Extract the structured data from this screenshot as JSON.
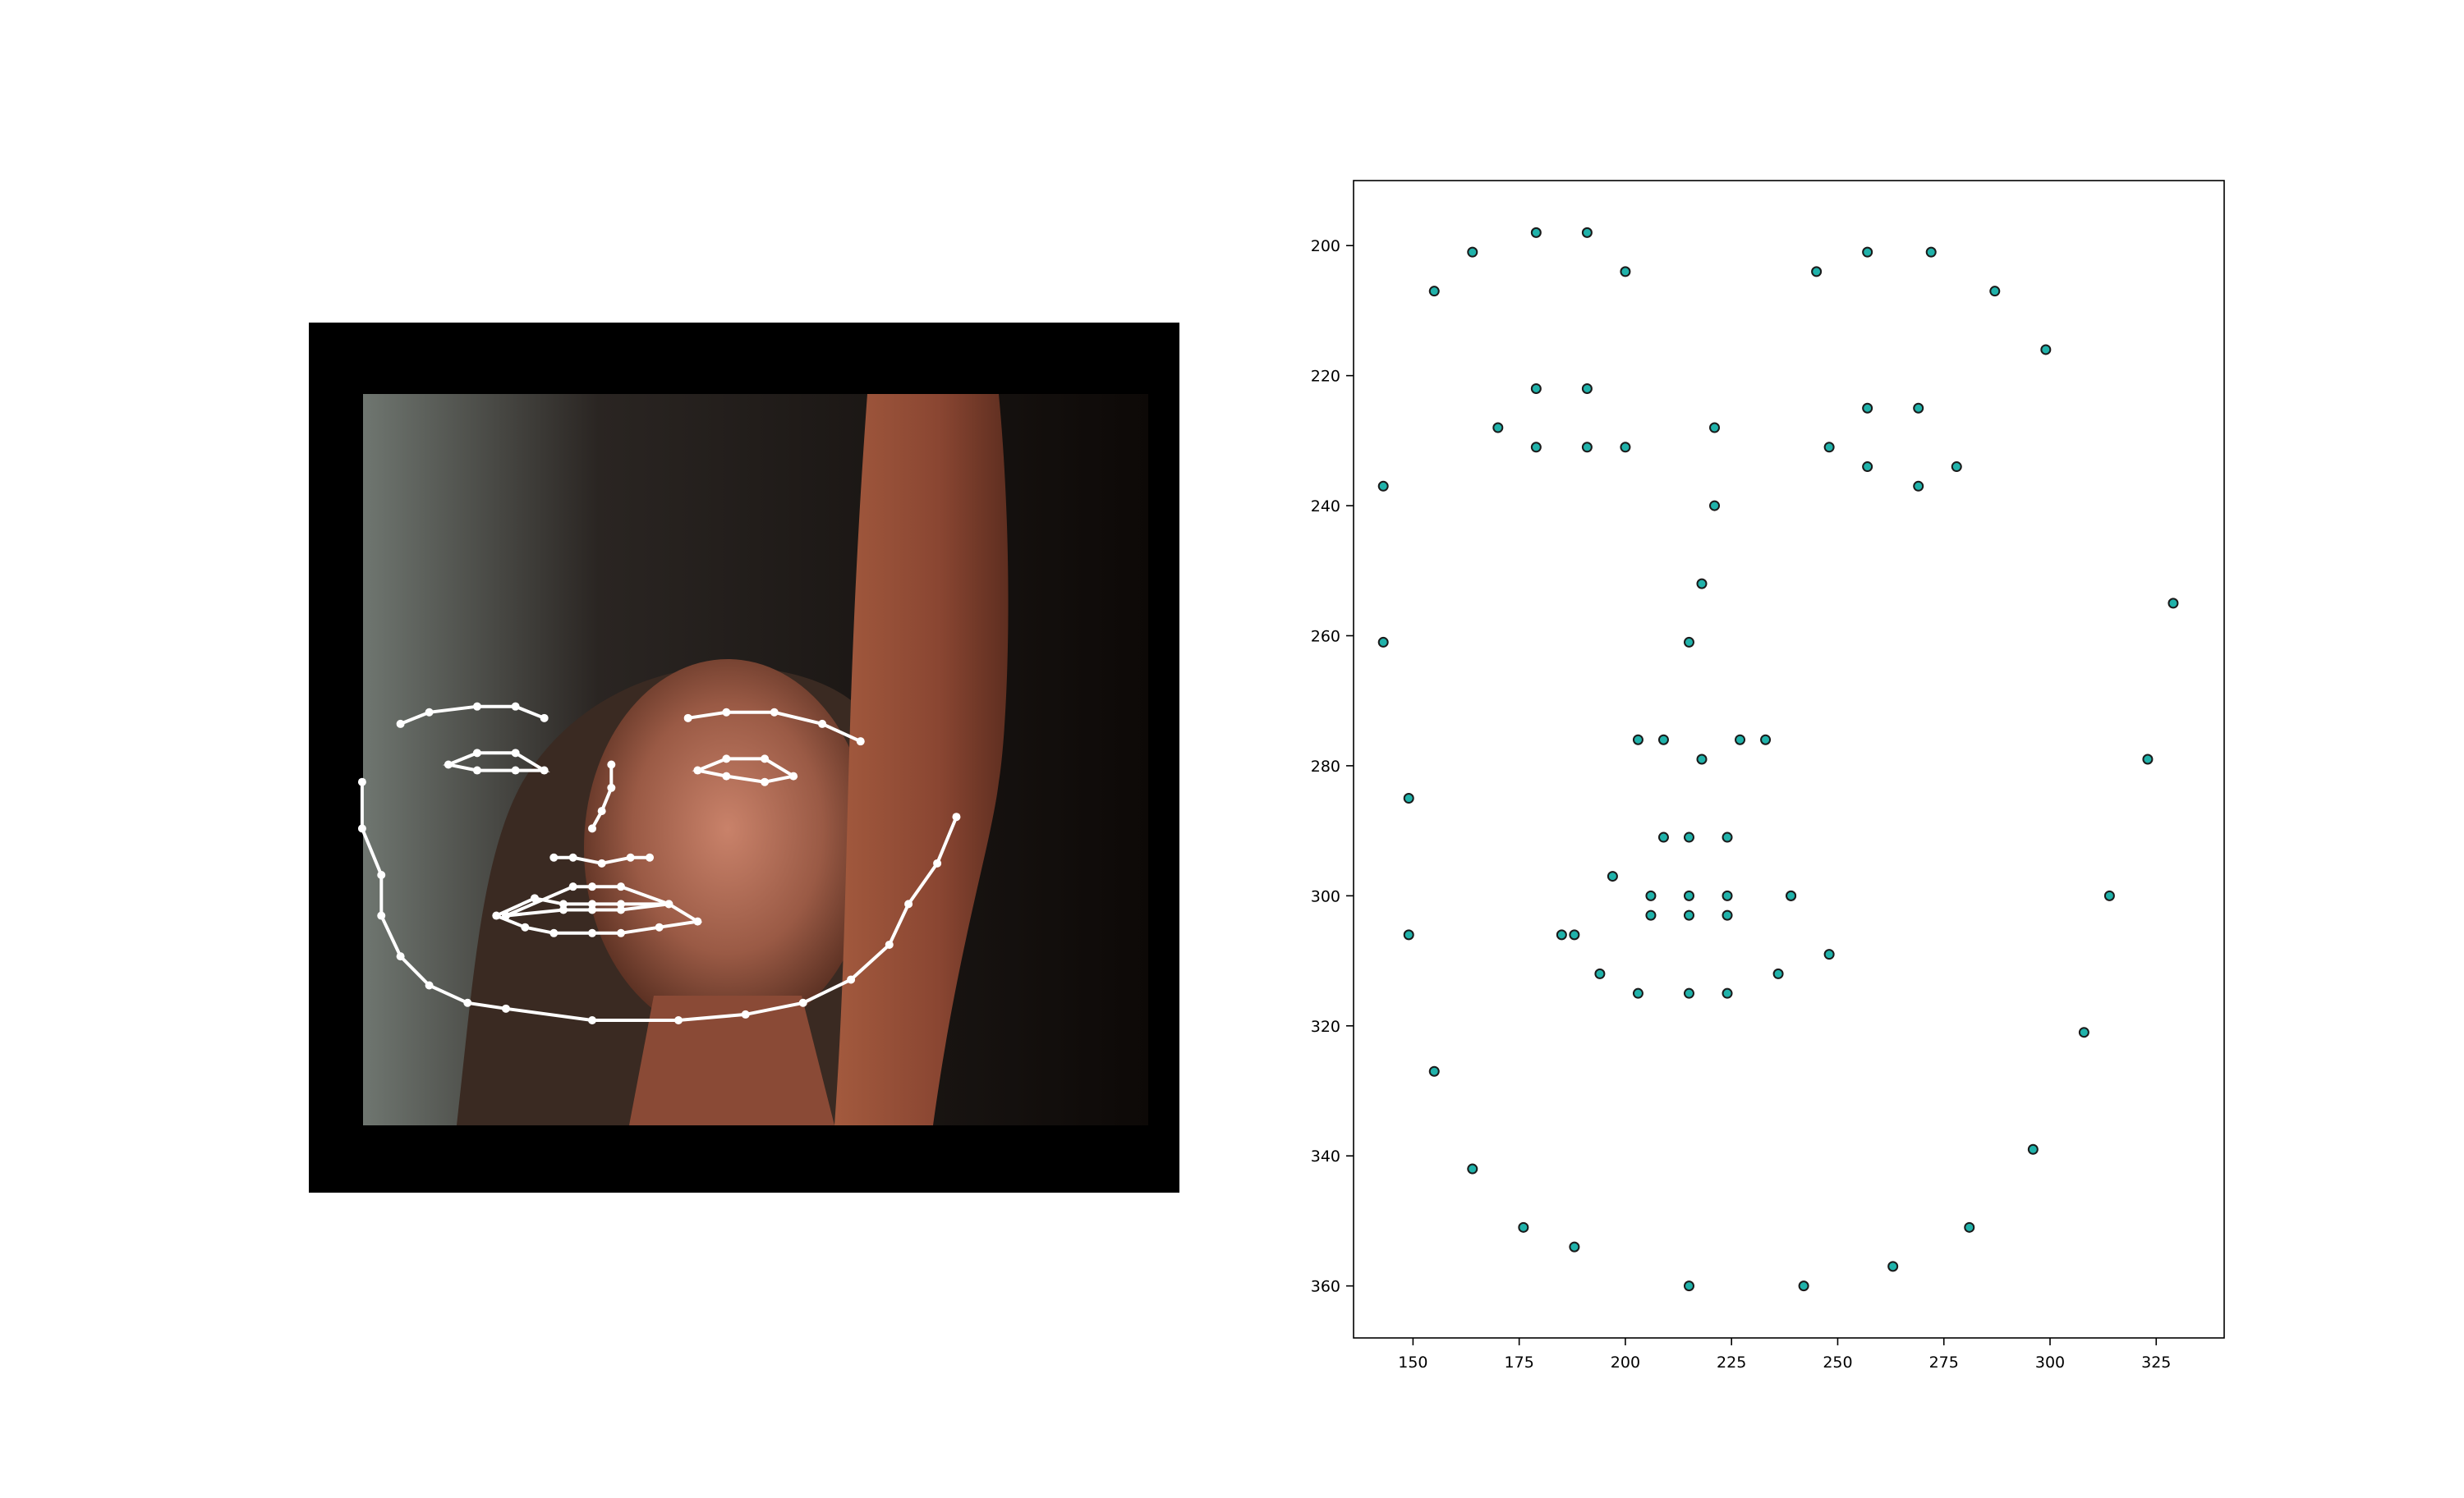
{
  "chart_data": [
    {
      "type": "image",
      "description_visible": "face photo with landmark overlay",
      "landmarks": [
        [
          143,
          237
        ],
        [
          143,
          261
        ],
        [
          149,
          285
        ],
        [
          149,
          306
        ],
        [
          155,
          327
        ],
        [
          164,
          342
        ],
        [
          176,
          351
        ],
        [
          188,
          354
        ],
        [
          215,
          360
        ],
        [
          242,
          360
        ],
        [
          263,
          357
        ],
        [
          281,
          351
        ],
        [
          296,
          339
        ],
        [
          308,
          321
        ],
        [
          314,
          300
        ],
        [
          323,
          279
        ],
        [
          329,
          255
        ],
        [
          155,
          207
        ],
        [
          164,
          201
        ],
        [
          179,
          198
        ],
        [
          191,
          198
        ],
        [
          200,
          204
        ],
        [
          245,
          204
        ],
        [
          257,
          201
        ],
        [
          272,
          201
        ],
        [
          287,
          207
        ],
        [
          299,
          216
        ],
        [
          221,
          228
        ],
        [
          221,
          240
        ],
        [
          218,
          252
        ],
        [
          215,
          261
        ],
        [
          203,
          276
        ],
        [
          209,
          276
        ],
        [
          218,
          279
        ],
        [
          227,
          276
        ],
        [
          233,
          276
        ],
        [
          170,
          228
        ],
        [
          179,
          222
        ],
        [
          191,
          222
        ],
        [
          200,
          231
        ],
        [
          191,
          231
        ],
        [
          179,
          231
        ],
        [
          248,
          231
        ],
        [
          257,
          225
        ],
        [
          269,
          225
        ],
        [
          278,
          234
        ],
        [
          269,
          237
        ],
        [
          257,
          234
        ],
        [
          185,
          306
        ],
        [
          197,
          297
        ],
        [
          206,
          300
        ],
        [
          215,
          300
        ],
        [
          224,
          300
        ],
        [
          239,
          300
        ],
        [
          248,
          309
        ],
        [
          236,
          312
        ],
        [
          224,
          315
        ],
        [
          215,
          315
        ],
        [
          203,
          315
        ],
        [
          194,
          312
        ],
        [
          188,
          306
        ],
        [
          206,
          303
        ],
        [
          215,
          303
        ],
        [
          224,
          303
        ],
        [
          239,
          300
        ],
        [
          224,
          291
        ],
        [
          215,
          291
        ],
        [
          209,
          291
        ]
      ]
    },
    {
      "type": "scatter",
      "x": [
        143,
        143,
        149,
        149,
        155,
        164,
        176,
        188,
        215,
        242,
        263,
        281,
        296,
        308,
        314,
        323,
        329,
        155,
        164,
        179,
        191,
        200,
        245,
        257,
        272,
        287,
        299,
        221,
        221,
        218,
        215,
        203,
        209,
        218,
        227,
        233,
        170,
        179,
        191,
        200,
        191,
        179,
        248,
        257,
        269,
        278,
        269,
        257,
        185,
        197,
        206,
        215,
        224,
        239,
        248,
        236,
        224,
        215,
        203,
        194,
        188,
        206,
        215,
        224,
        239,
        224,
        215,
        209
      ],
      "y": [
        237,
        261,
        285,
        306,
        327,
        342,
        351,
        354,
        360,
        360,
        357,
        351,
        339,
        321,
        300,
        279,
        255,
        207,
        201,
        198,
        198,
        204,
        204,
        201,
        201,
        207,
        216,
        228,
        240,
        252,
        261,
        276,
        276,
        279,
        276,
        276,
        228,
        222,
        222,
        231,
        231,
        231,
        231,
        225,
        225,
        234,
        237,
        234,
        306,
        297,
        300,
        300,
        300,
        300,
        309,
        312,
        315,
        315,
        315,
        312,
        306,
        303,
        303,
        303,
        300,
        291,
        291,
        291
      ],
      "xlim": [
        136,
        341
      ],
      "ylim": [
        368,
        190
      ],
      "xticks": [
        150,
        175,
        200,
        225,
        250,
        275,
        300,
        325
      ],
      "yticks": [
        200,
        220,
        240,
        260,
        280,
        300,
        320,
        340,
        360
      ],
      "y_inverted": true,
      "grid": false,
      "marker_color": "#20b2aa",
      "marker_edge": "#1a1a1a"
    }
  ]
}
